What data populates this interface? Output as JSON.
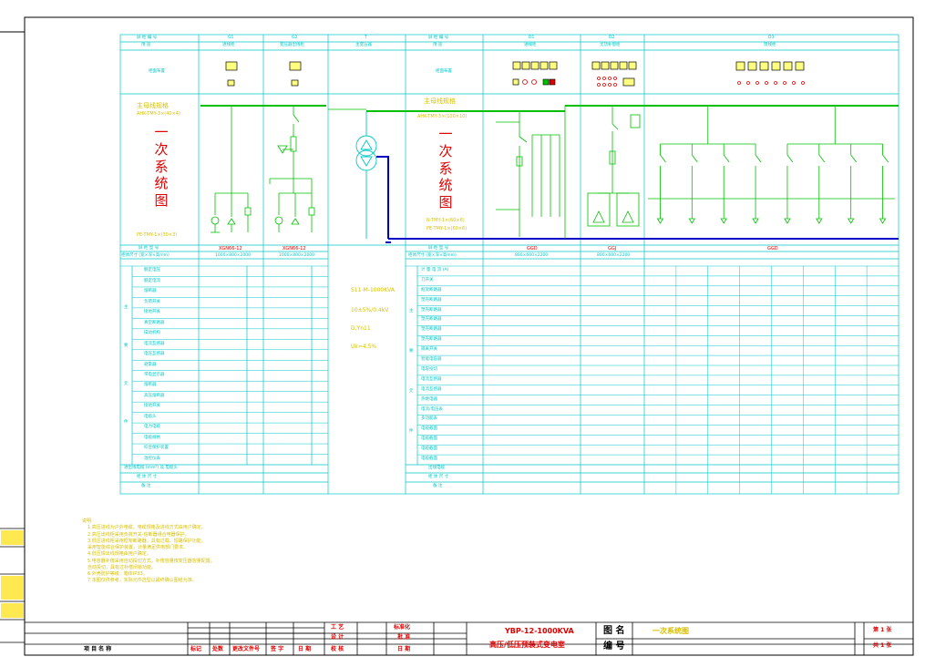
{
  "header": {
    "panel_no": "屏 柜 编 号",
    "usage": "用  途",
    "col_g1": "G1",
    "col_g2": "G2",
    "col_t": "T",
    "col_d1": "D1",
    "col_d2": "D2",
    "col_d3": "D3",
    "g1_usage": "进线柜",
    "g2_usage": "变压器出线柜",
    "t_usage": "主变压器",
    "d1_usage": "进线柜",
    "d2_usage": "无功补偿柜",
    "d3_usage": "馈线柜",
    "front_label": "柜面布置",
    "front_label_r": "柜面布置"
  },
  "left_primary": {
    "busbar": "主母线规格",
    "busbar_spec": "AHK-TMY-3×(40×4)",
    "big_chars": [
      "一",
      "次",
      "系",
      "统",
      "图"
    ],
    "pe_spec": "PE-TMY-1×(30×3)"
  },
  "right_primary": {
    "busbar": "主母线规格",
    "busbar_spec": "AHK-TMY-3×(100×10)",
    "big_chars": [
      "一",
      "次",
      "系",
      "统",
      "图"
    ],
    "n_spec": "N-TMY-1×(60×6)",
    "pe_spec": "PE-TMY-1×(60×6)"
  },
  "hv_table": {
    "model_label": "屏 柜 型 号",
    "size_label": "柜体尺寸 (宽×深×高mm)",
    "g1_model": "XGN66-12",
    "g2_model": "XGN66-12",
    "g1_size": "1000×800×2000",
    "g2_size": "1000×800×2000",
    "rows": [
      "额定电压",
      "额定电流",
      "熔断器",
      "负荷开关",
      "接地开关",
      "真空断路器",
      "操动机构",
      "电流互感器",
      "电压互感器",
      "避雷器",
      "带电显示器",
      "熔断器",
      "高压熔断器",
      "接地开关",
      "电缆头",
      "电力电缆",
      "电缆规格",
      "综合保护装置",
      "温控仪表"
    ],
    "side_groups": [
      "主",
      "要",
      "元",
      "件"
    ],
    "g1_values": [
      "",
      "",
      "",
      "",
      "",
      "",
      "",
      "",
      "",
      "",
      "",
      "",
      "",
      "",
      "",
      "",
      "",
      "",
      ""
    ],
    "g2_values": [
      "",
      "",
      "",
      "",
      "",
      "",
      "",
      "",
      "",
      "",
      "",
      "",
      "",
      "",
      "",
      "",
      "",
      "",
      ""
    ],
    "cable_label": "进出线电缆 (mm²) 及 电缆头",
    "cable_g2": "",
    "dims_label": "柜 体 尺 寸",
    "remark_label": "备  注",
    "remark_g1": "",
    "remark_g2": ""
  },
  "transformer": {
    "model": "S11-M-1000KVA",
    "ratio": "10±5%/0.4kV",
    "group": "D,Yn11",
    "uk": "Uk=4.5%"
  },
  "lv_table": {
    "model_label": "屏 柜 型 号",
    "size_label": "柜体尺寸 (宽×深×高mm)",
    "d1_model": "GGD",
    "d2_model": "GGJ",
    "d3_model": "GGD",
    "d1_size": "800×600×2200",
    "d2_size": "800×600×2200",
    "d3_size": "",
    "rows": [
      "计 量 电 流 (A)",
      "刀开关",
      "框架断路器",
      "塑壳断路器",
      "塑壳断路器",
      "塑壳断路器",
      "塑壳断路器",
      "塑壳断路器",
      "隔离开关",
      "智能电容器",
      "电容投切",
      "电流互感器",
      "电流互感器",
      "热继电器",
      "电流/电压表",
      "多功能表",
      "电缆截面",
      "电缆截面",
      "电缆截面",
      "电缆截面"
    ],
    "side_groups": [
      "主",
      "要",
      "元",
      "件"
    ],
    "total_label": "出线电缆",
    "dims_label": "柜 体 尺 寸",
    "remark_label": "备  注",
    "d3_circuits": [
      "",
      "",
      "",
      "",
      "",
      "",
      "",
      ""
    ]
  },
  "notes": {
    "title": "说明:",
    "items": [
      "1.高压进线为户外电缆，电缆规格及进线方式由用户确定。",
      "2.高压出线柜采用负荷开关-熔断器组合电器保护。",
      "3.低压进线柜采用框架断路器，具有过载、短路保护功能。",
      "   采用智能综合保护装置，计量满足供电部门要求。",
      "4.低压馈出线规格由用户确定。",
      "5.电容器补偿采用自动投切方式，补偿容量按变压器容量配置。",
      "   自动投切，具有过补偿闭锁功能。",
      "6.外壳防护等级：箱体IP33。",
      "7.本图仅供参考，实际元件选型以最终确认图纸为准。"
    ]
  },
  "title_block": {
    "left_side": [
      "",
      "",
      "",
      "",
      ""
    ],
    "project_name_label": "项 目 名 称",
    "rev_headers": [
      "标记",
      "处数",
      "更改文件号",
      "签 字",
      "日 期"
    ],
    "design_rows": [
      "工 艺",
      "设 计",
      "校 核"
    ],
    "std_rows": [
      "标准化",
      "批 准",
      "日 期"
    ],
    "product_line1": "YBP-12-1000KVA",
    "product_line2": "高压/低压预装式变电室",
    "drawing_name_label": "图 名",
    "drawing_no_label": "编 号",
    "drawing_name": "一次系统图",
    "drawing_no": "",
    "sheet": "第 1 张",
    "total": "共 1 张"
  }
}
